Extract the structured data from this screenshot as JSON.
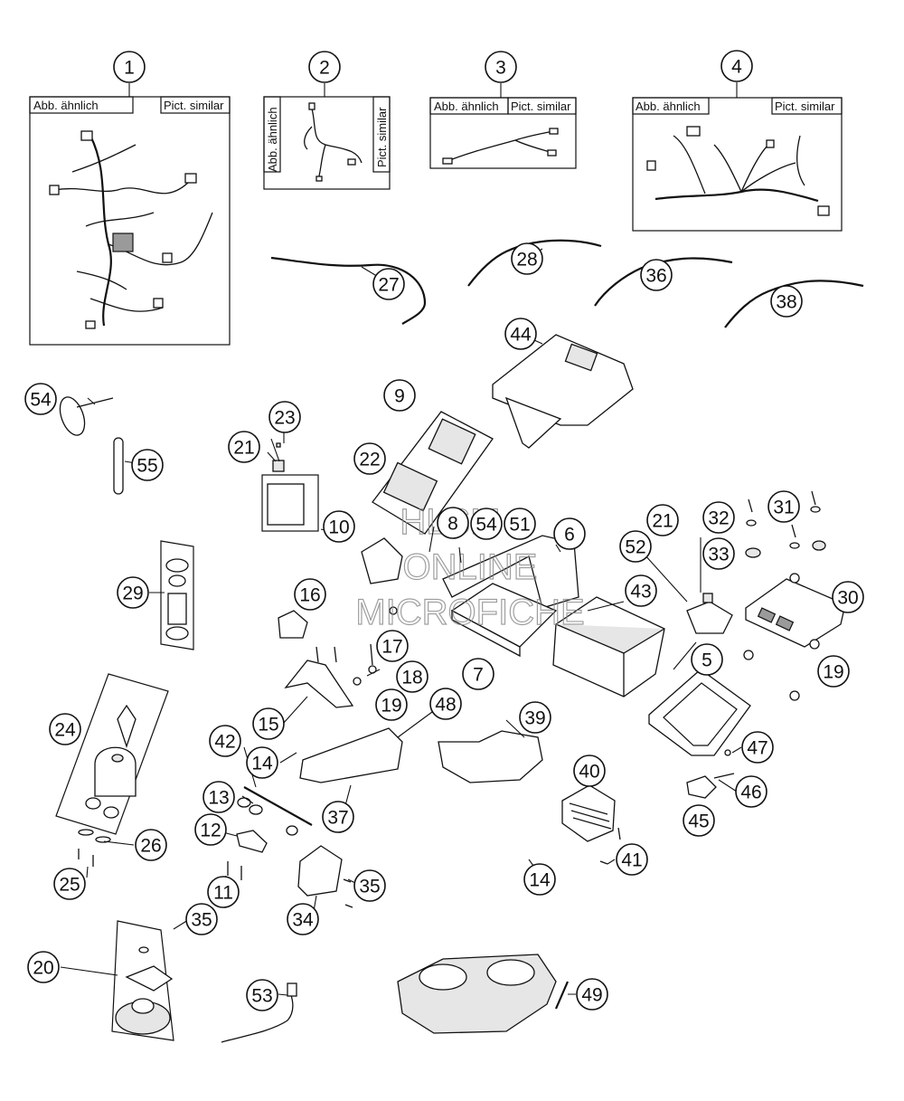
{
  "panel_labels": {
    "de": "Abb. ähnlich",
    "en": "Pict. similar"
  },
  "watermark": [
    "HLSM",
    "ONLINE",
    "MICROFICHE"
  ],
  "callouts": [
    "1",
    "2",
    "3",
    "4",
    "27",
    "28",
    "36",
    "38",
    "44",
    "54",
    "55",
    "23",
    "21",
    "9",
    "22",
    "10",
    "29",
    "8",
    "54",
    "51",
    "6",
    "21",
    "52",
    "31",
    "32",
    "33",
    "30",
    "16",
    "43",
    "7",
    "17",
    "18",
    "19",
    "5",
    "19",
    "15",
    "48",
    "39",
    "24",
    "42",
    "14",
    "47",
    "40",
    "37",
    "46",
    "13",
    "45",
    "12",
    "26",
    "41",
    "25",
    "11",
    "35",
    "14",
    "34",
    "35",
    "20",
    "53",
    "49"
  ]
}
